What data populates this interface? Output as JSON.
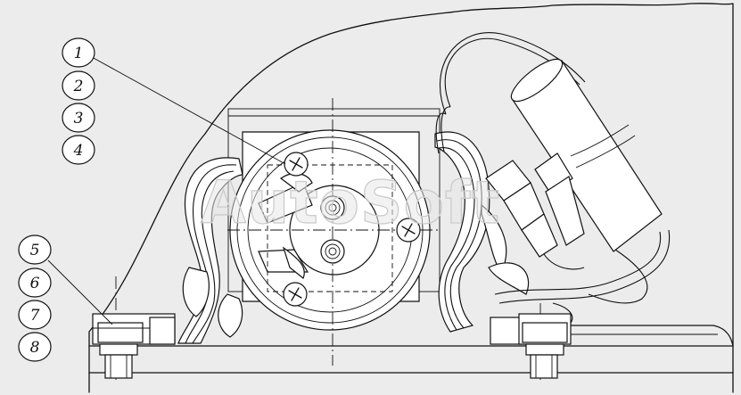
{
  "callouts": {
    "top": [
      "1",
      "2",
      "3",
      "4"
    ],
    "left": [
      "5",
      "6",
      "7",
      "8"
    ]
  },
  "watermark": "AutoSoft",
  "colors": {
    "background": "#ececec",
    "ink": "#111111",
    "part_fill": "#ffffff"
  }
}
